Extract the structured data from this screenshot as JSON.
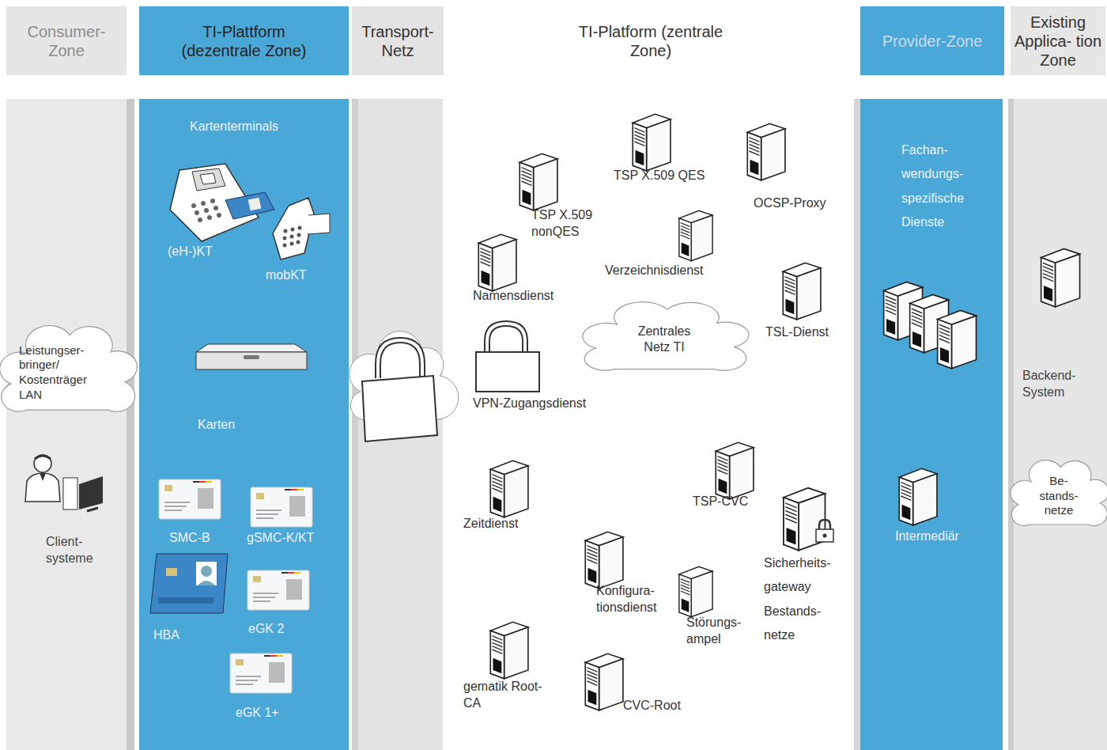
{
  "diagram": {
    "nodes": [
      {
        "text": [
          "Consumer- Zone"
        ]
      },
      {
        "text": [
          "TI-Plattform (dezentrale Zone)"
        ]
      },
      {
        "text": [
          "Transport- Netz"
        ]
      },
      {
        "text": [
          "TI-Platform (zentrale Zone)"
        ]
      },
      {
        "text": [
          "Provider-Zone"
        ]
      },
      {
        "text": [
          "Existing Applica- tion Zone"
        ]
      },
      {
        "text": [
          "Leistungser- bringer/ Kostenträger LAN"
        ]
      },
      {
        "text": [
          "Zentrales Netz TI"
        ]
      },
      {
        "text": [
          "Be- stands- netze"
        ]
      }
    ],
    "edges": [],
    "labels": [
      "Kartenterminals",
      "(eH-)KT",
      "mobKT",
      "Karten",
      "SMC-B",
      "gSMC-K/KT",
      "HBA",
      "eGK 2",
      "eGK 1+",
      "Client- systeme",
      "TSP X.509 QES",
      "OCSP-Proxy",
      "TSP X.509 nonQES",
      "Verzeichnisdienst",
      "Namensdienst",
      "TSL-Dienst",
      "VPN-Zugangsdienst",
      "Zeitdienst",
      "TSP-CVC",
      "Sicherheits- gateway Bestands- netze",
      "Konfigura- tionsdienst",
      "Störungs- ampel",
      "gematik Root-CA",
      "CVC-Root",
      "Fachan- wendungs- spezifische Dienste",
      "Intermediär",
      "Backend- System"
    ]
  }
}
